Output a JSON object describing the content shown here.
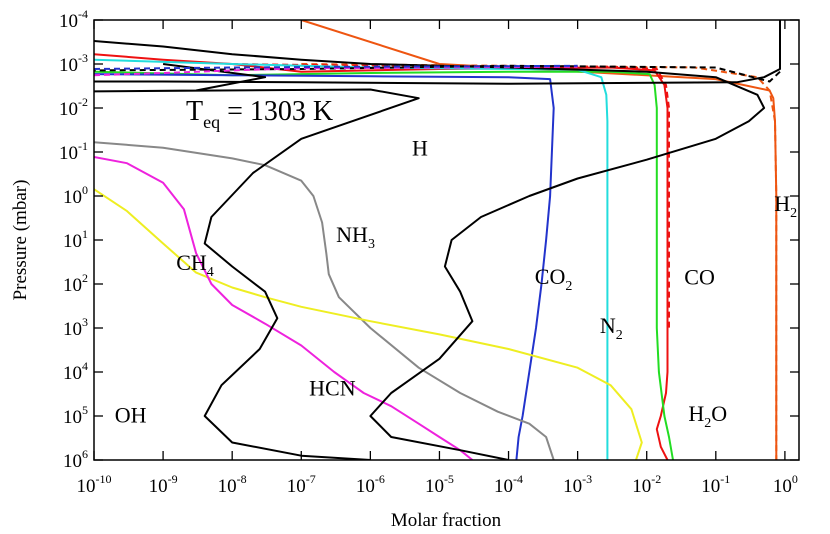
{
  "chart_data": {
    "type": "line",
    "title": "",
    "xlabel": "Molar fraction",
    "ylabel": "Pressure (mbar)",
    "x_scale": "log",
    "y_scale": "log",
    "y_inverted": true,
    "xlim": [
      1e-10,
      1.6
    ],
    "ylim": [
      0.0001,
      1000000.0
    ],
    "grid": false,
    "legend": "none",
    "annotation": {
      "main": "T",
      "sub": "eq",
      "rest": " = 1303 K"
    },
    "x_ticks": [
      {
        "base": "10",
        "exp": "-10",
        "value": 1e-10
      },
      {
        "base": "10",
        "exp": "-9",
        "value": 1e-09
      },
      {
        "base": "10",
        "exp": "-8",
        "value": 1e-08
      },
      {
        "base": "10",
        "exp": "-7",
        "value": 1e-07
      },
      {
        "base": "10",
        "exp": "-6",
        "value": 1e-06
      },
      {
        "base": "10",
        "exp": "-5",
        "value": 1e-05
      },
      {
        "base": "10",
        "exp": "-4",
        "value": 0.0001
      },
      {
        "base": "10",
        "exp": "-3",
        "value": 0.001
      },
      {
        "base": "10",
        "exp": "-2",
        "value": 0.01
      },
      {
        "base": "10",
        "exp": "-1",
        "value": 0.1
      },
      {
        "base": "10",
        "exp": "0",
        "value": 1
      }
    ],
    "y_ticks": [
      {
        "base": "10",
        "exp": "-4",
        "value": 0.0001
      },
      {
        "base": "10",
        "exp": "-3",
        "value": 0.001
      },
      {
        "base": "10",
        "exp": "-2",
        "value": 0.01
      },
      {
        "base": "10",
        "exp": "-1",
        "value": 0.1
      },
      {
        "base": "10",
        "exp": "0",
        "value": 1
      },
      {
        "base": "10",
        "exp": "1",
        "value": 10
      },
      {
        "base": "10",
        "exp": "2",
        "value": 100
      },
      {
        "base": "10",
        "exp": "3",
        "value": 1000
      },
      {
        "base": "10",
        "exp": "4",
        "value": 10000
      },
      {
        "base": "10",
        "exp": "5",
        "value": 100000
      },
      {
        "base": "10",
        "exp": "6",
        "value": 1000000
      }
    ],
    "series": [
      {
        "name": "H2",
        "label_main": "H",
        "label_sub": "2",
        "color": "#ee5511",
        "dashed": false,
        "label_at": [
          0.7,
          2.2
        ],
        "points": [
          [
            1e-07,
            0.0001
          ],
          [
            1e-05,
            0.001
          ],
          [
            0.1,
            0.0022
          ],
          [
            0.6,
            0.004
          ],
          [
            0.68,
            0.006
          ],
          [
            0.72,
            0.02
          ],
          [
            0.75,
            1
          ],
          [
            0.75,
            1000000.0
          ]
        ]
      },
      {
        "name": "H2 dashed",
        "color": "#ee5511",
        "dashed": true,
        "points": [
          [
            1e-07,
            0.001
          ],
          [
            0.0001,
            0.0011
          ],
          [
            0.05,
            0.0012
          ],
          [
            0.4,
            0.002
          ],
          [
            0.6,
            0.004
          ],
          [
            0.72,
            0.02
          ],
          [
            0.75,
            1
          ],
          [
            0.75,
            1000000.0
          ]
        ]
      },
      {
        "name": "CO",
        "label_main": "CO",
        "label_sub": "",
        "color": "#ee1111",
        "dashed": false,
        "label_at": [
          0.035,
          102
        ],
        "points": [
          [
            1e-10,
            0.0006
          ],
          [
            1e-09,
            0.0008
          ],
          [
            1e-08,
            0.001
          ],
          [
            1e-07,
            0.0015
          ],
          [
            1e-05,
            0.0013
          ],
          [
            0.003,
            0.0012
          ],
          [
            0.013,
            0.0014
          ],
          [
            0.018,
            0.003
          ],
          [
            0.02,
            0.01
          ],
          [
            0.02,
            1
          ],
          [
            0.02,
            10000.0
          ],
          [
            0.019,
            30000.0
          ],
          [
            0.016,
            100000.0
          ],
          [
            0.014,
            200000.0
          ],
          [
            0.016,
            500000.0
          ],
          [
            0.02,
            1000000.0
          ]
        ]
      },
      {
        "name": "CO dashed",
        "color": "#ee1111",
        "dashed": true,
        "points": [
          [
            1e-08,
            0.001
          ],
          [
            1e-06,
            0.0011
          ],
          [
            0.003,
            0.00115
          ],
          [
            0.014,
            0.0013
          ],
          [
            0.019,
            0.003
          ],
          [
            0.021,
            0.01
          ],
          [
            0.021,
            1000.0
          ]
        ]
      },
      {
        "name": "H2O",
        "label_main": "H",
        "label_sub": "2",
        "label_main2": "O",
        "color": "#22dd22",
        "dashed": false,
        "label_at": [
          0.04,
          130000.0
        ],
        "points": [
          [
            1e-10,
            0.0015
          ],
          [
            1e-08,
            0.0018
          ],
          [
            1e-06,
            0.0016
          ],
          [
            0.0001,
            0.0015
          ],
          [
            0.003,
            0.0015
          ],
          [
            0.011,
            0.0017
          ],
          [
            0.013,
            0.003
          ],
          [
            0.014,
            0.01
          ],
          [
            0.014,
            1
          ],
          [
            0.014,
            1000.0
          ],
          [
            0.015,
            10000.0
          ],
          [
            0.018,
            100000.0
          ],
          [
            0.021,
            300000.0
          ],
          [
            0.024,
            1000000.0
          ]
        ]
      },
      {
        "name": "N2",
        "label_main": "N",
        "label_sub": "2",
        "color": "#22dddd",
        "dashed": false,
        "label_at": [
          0.0021,
          1300
        ],
        "points": [
          [
            1e-10,
            0.0008
          ],
          [
            1e-08,
            0.001
          ],
          [
            1e-06,
            0.0012
          ],
          [
            0.0001,
            0.0013
          ],
          [
            0.001,
            0.00135
          ],
          [
            0.0022,
            0.002
          ],
          [
            0.0026,
            0.005
          ],
          [
            0.0027,
            0.02
          ],
          [
            0.0027,
            1
          ],
          [
            0.0027,
            10000.0
          ],
          [
            0.0027,
            1000000.0
          ]
        ]
      },
      {
        "name": "CO2",
        "label_main": "CO",
        "label_sub": "2",
        "color": "#2233cc",
        "dashed": false,
        "label_at": [
          0.00024,
          100
        ],
        "points": [
          [
            1e-10,
            0.0017
          ],
          [
            1e-08,
            0.0018
          ],
          [
            1e-06,
            0.0019
          ],
          [
            0.0001,
            0.002
          ],
          [
            0.0004,
            0.0022
          ],
          [
            0.00045,
            0.01
          ],
          [
            0.0004,
            1
          ],
          [
            0.00035,
            10
          ],
          [
            0.0003,
            100
          ],
          [
            0.00025,
            1000
          ],
          [
            0.0002,
            10000.0
          ],
          [
            0.00016,
            100000.0
          ],
          [
            0.00014,
            300000.0
          ],
          [
            0.00013,
            1000000.0
          ]
        ]
      },
      {
        "name": "NH3",
        "label_main": "NH",
        "label_sub": "3",
        "color": "#888888",
        "dashed": false,
        "label_at": [
          3.2e-07,
          11
        ],
        "points": [
          [
            1e-10,
            0.06
          ],
          [
            1e-09,
            0.08
          ],
          [
            1e-08,
            0.14
          ],
          [
            3e-08,
            0.2
          ],
          [
            1e-07,
            0.45
          ],
          [
            1.5e-07,
            1
          ],
          [
            2e-07,
            4
          ],
          [
            2.3e-07,
            20
          ],
          [
            2.5e-07,
            60
          ],
          [
            3.5e-07,
            200
          ],
          [
            1e-06,
            1000
          ],
          [
            5e-06,
            8000
          ],
          [
            2e-05,
            30000.0
          ],
          [
            7e-05,
            80000.0
          ],
          [
            0.0002,
            150000.0
          ],
          [
            0.00035,
            300000.0
          ],
          [
            0.00045,
            1000000.0
          ]
        ]
      },
      {
        "name": "CH4",
        "label_main": "CH",
        "label_sub": "4",
        "color": "#eeee22",
        "dashed": false,
        "label_at": [
          1.55e-09,
          48
        ],
        "points": [
          [
            1e-10,
            0.7
          ],
          [
            3e-10,
            2.2
          ],
          [
            1e-09,
            12
          ],
          [
            3e-09,
            55
          ],
          [
            1e-08,
            120
          ],
          [
            3e-08,
            200
          ],
          [
            1e-07,
            330
          ],
          [
            1e-06,
            700
          ],
          [
            1e-05,
            1400
          ],
          [
            0.0001,
            3000
          ],
          [
            0.001,
            8000
          ],
          [
            0.003,
            20000.0
          ],
          [
            0.006,
            70000.0
          ],
          [
            0.0085,
            400000.0
          ],
          [
            0.007,
            1000000.0
          ]
        ]
      },
      {
        "name": "HCN",
        "label_main": "HCN",
        "label_sub": "",
        "color": "#ee22dd",
        "dashed": false,
        "label_at": [
          1.3e-07,
          34000.0
        ],
        "points": [
          [
            1e-10,
            0.13
          ],
          [
            3e-10,
            0.18
          ],
          [
            1e-09,
            0.5
          ],
          [
            2e-09,
            2
          ],
          [
            3e-09,
            20
          ],
          [
            5e-09,
            100
          ],
          [
            1e-08,
            300
          ],
          [
            3e-08,
            800
          ],
          [
            1e-07,
            2500
          ],
          [
            3e-07,
            10000.0
          ],
          [
            8e-07,
            30000.0
          ],
          [
            2e-06,
            60000.0
          ],
          [
            5e-06,
            150000.0
          ],
          [
            1e-05,
            300000.0
          ],
          [
            2e-05,
            600000.0
          ],
          [
            3e-05,
            1000000.0
          ]
        ]
      },
      {
        "name": "OH",
        "label_main": "OH",
        "label_sub": "",
        "color": "#000000",
        "dashed": false,
        "label_at": [
          2e-10,
          140000.0
        ],
        "points": [
          [
            1e-09,
            0.001
          ],
          [
            3e-08,
            0.002
          ],
          [
            3e-09,
            0.004
          ],
          [
            1e-10,
            0.0042
          ],
          [
            1e-10,
            0.0042
          ],
          [
            1e-06,
            0.0038
          ],
          [
            5e-06,
            0.006
          ],
          [
            1e-07,
            0.05
          ],
          [
            2e-08,
            0.3
          ],
          [
            5e-09,
            3
          ],
          [
            4e-09,
            12
          ],
          [
            1e-08,
            40
          ],
          [
            3e-08,
            150
          ],
          [
            4.5e-08,
            600
          ],
          [
            2.5e-08,
            3000
          ],
          [
            7e-09,
            20000.0
          ],
          [
            4e-09,
            100000.0
          ],
          [
            1e-08,
            400000.0
          ],
          [
            1e-07,
            800000.0
          ],
          [
            1e-06,
            1000000.0
          ]
        ]
      },
      {
        "name": "H",
        "label_main": "H",
        "label_sub": "",
        "color": "#000000",
        "dashed": false,
        "label_at": [
          4e-06,
          0.12
        ],
        "points": [
          [
            1e-10,
            0.0003
          ],
          [
            1e-09,
            0.0004
          ],
          [
            1e-08,
            0.0006
          ],
          [
            1e-07,
            0.0008
          ],
          [
            1e-06,
            0.001
          ],
          [
            0.0001,
            0.0012
          ],
          [
            0.01,
            0.0015
          ],
          [
            0.1,
            0.002
          ],
          [
            0.4,
            0.005
          ],
          [
            0.5,
            0.01
          ],
          [
            0.3,
            0.02
          ],
          [
            0.1,
            0.05
          ],
          [
            0.01,
            0.15
          ],
          [
            0.001,
            0.4
          ],
          [
            0.0002,
            1
          ],
          [
            4e-05,
            3
          ],
          [
            1.5e-05,
            10
          ],
          [
            1.2e-05,
            40
          ],
          [
            2e-05,
            150
          ],
          [
            3e-05,
            700
          ],
          [
            1e-05,
            5000
          ],
          [
            2e-06,
            30000.0
          ],
          [
            1e-06,
            100000.0
          ],
          [
            2e-06,
            300000.0
          ],
          [
            2e-05,
            600000.0
          ],
          [
            0.0001,
            1000000.0
          ]
        ]
      },
      {
        "name": "H black top",
        "color": "#000000",
        "dashed": false,
        "points": [
          [
            0.85,
            0.0001
          ],
          [
            0.85,
            0.0013
          ],
          [
            0.5,
            0.002
          ],
          [
            0.2,
            0.0026
          ],
          [
            0.0001,
            0.0028
          ],
          [
            1e-07,
            0.0026
          ],
          [
            1e-09,
            0.0025
          ],
          [
            1e-10,
            0.0025
          ]
        ]
      },
      {
        "name": "H2 black dashed",
        "color": "#000000",
        "dashed": true,
        "points": [
          [
            0.85,
            0.0015
          ],
          [
            0.6,
            0.0025
          ],
          [
            0.1,
            0.0012
          ],
          [
            0.0001,
            0.0011
          ],
          [
            1e-07,
            0.0013
          ],
          [
            1e-10,
            0.0014
          ]
        ]
      },
      {
        "name": "magenta dashed top",
        "color": "#ee22dd",
        "dashed": true,
        "points": [
          [
            1e-10,
            0.0018
          ],
          [
            1e-09,
            0.0016
          ],
          [
            1e-08,
            0.0014
          ],
          [
            1e-07,
            0.00125
          ],
          [
            1e-05,
            0.0012
          ],
          [
            0.001,
            0.00115
          ]
        ]
      },
      {
        "name": "blue dashed top",
        "color": "#2233cc",
        "dashed": true,
        "points": [
          [
            1e-10,
            0.0013
          ],
          [
            1e-08,
            0.0012
          ],
          [
            1e-06,
            0.00115
          ],
          [
            0.0001,
            0.00112
          ],
          [
            0.001,
            0.0011
          ]
        ]
      }
    ]
  }
}
